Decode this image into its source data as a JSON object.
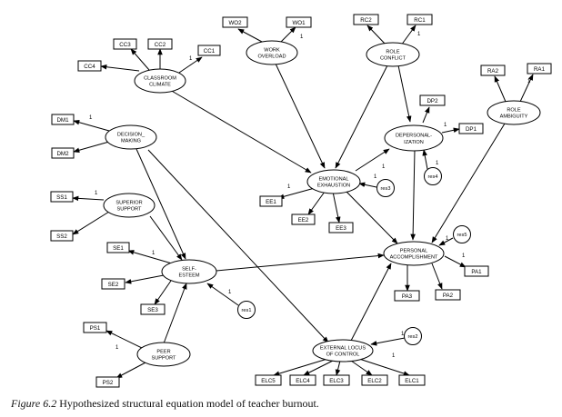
{
  "caption": {
    "figure_label": "Figure 6.2",
    "text": "Hypothesized structural equation model of teacher burnout."
  },
  "latent": {
    "classroom_climate": [
      "CLASSROOM",
      "CLIMATE"
    ],
    "work_overload": [
      "WORK",
      "OVERLOAD"
    ],
    "role_conflict": [
      "ROLE",
      "CONFLICT"
    ],
    "role_ambiguity": [
      "ROLE",
      "AMBIGUITY"
    ],
    "decision_making": [
      "DECISION_",
      "MAKING"
    ],
    "superior_support": [
      "SUPERIOR",
      "SUPPORT"
    ],
    "depersonalization": [
      "DEPERSONAL-",
      "IZATION"
    ],
    "emotional_exhaustion": [
      "EMOTIONAL",
      "EXHAUSTION"
    ],
    "self_esteem": [
      "SELF-",
      "ESTEEM"
    ],
    "personal_accomplishment": [
      "PERSONAL",
      "ACCOMPLISHMENT"
    ],
    "external_locus": [
      "EXTERNAL LOCUS",
      "OF CONTROL"
    ],
    "peer_support": [
      "PEER",
      "SUPPORT"
    ]
  },
  "residuals": {
    "res1": "res1",
    "res2": "res2",
    "res3": "res3",
    "res4": "res4",
    "res5": "res5"
  },
  "indicators": {
    "CC1": "CC1",
    "CC2": "CC2",
    "CC3": "CC3",
    "CC4": "CC4",
    "WO1": "WO1",
    "WO2": "WO2",
    "RC1": "RC1",
    "RC2": "RC2",
    "RA1": "RA1",
    "RA2": "RA2",
    "DM1": "DM1",
    "DM2": "DM2",
    "SS1": "SS1",
    "SS2": "SS2",
    "DP1": "DP1",
    "DP2": "DP2",
    "EE1": "EE1",
    "EE2": "EE2",
    "EE3": "EE3",
    "SE1": "SE1",
    "SE2": "SE2",
    "SE3": "SE3",
    "PA1": "PA1",
    "PA2": "PA2",
    "PA3": "PA3",
    "PS1": "PS1",
    "PS2": "PS2",
    "ELC1": "ELC1",
    "ELC2": "ELC2",
    "ELC3": "ELC3",
    "ELC4": "ELC4",
    "ELC5": "ELC5"
  },
  "fixed_loading": "1"
}
